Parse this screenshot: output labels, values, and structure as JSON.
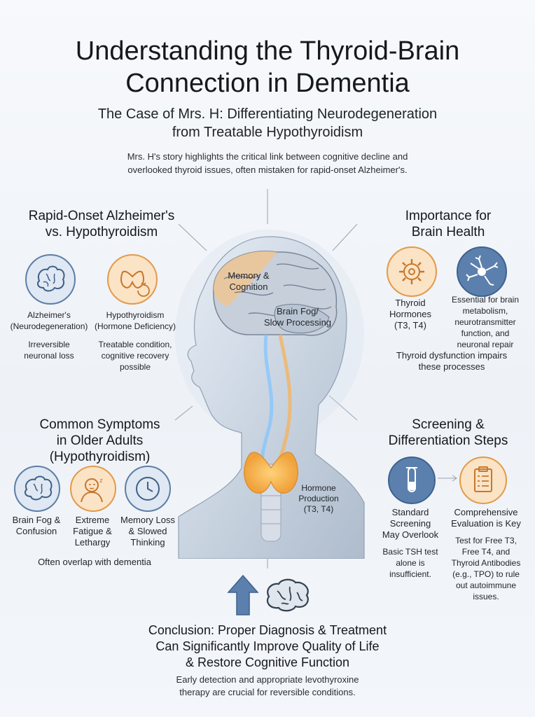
{
  "title_line1": "Understanding the Thyroid-Brain",
  "title_line2": "Connection in Dementia",
  "subtitle_line1": "The Case of Mrs. H: Differentiating Neurodegeneration",
  "subtitle_line2": "from Treatable Hypothyroidism",
  "intro_line1": "Mrs. H's story highlights the critical link between cognitive decline and",
  "intro_line2": "overlooked thyroid issues, often mistaken for rapid-onset Alzheimer's.",
  "left_top": {
    "heading_line1": "Rapid-Onset Alzheimer's",
    "heading_line2": "vs. Hypothyroidism",
    "alz_title": "Alzheimer's",
    "alz_sub": "(Neurodegeneration)",
    "alz_desc_line1": "Irreversible",
    "alz_desc_line2": "neuronal loss",
    "hypo_title": "Hypothyroidism",
    "hypo_sub": "(Hormone Deficiency)",
    "hypo_desc_line1": "Treatable condition,",
    "hypo_desc_line2": "cognitive recovery",
    "hypo_desc_line3": "possible"
  },
  "right_top": {
    "heading_line1": "Importance for",
    "heading_line2": "Brain Health",
    "hormones_line1": "Thyroid",
    "hormones_line2": "Hormones",
    "hormones_line3": "(T3, T4)",
    "essential_line1": "Essential for brain",
    "essential_line2": "metabolism,",
    "essential_line3": "neurotransmitter",
    "essential_line4": "function, and",
    "essential_line5": "neuronal repair",
    "dysfunction_line1": "Thyroid dysfunction impairs",
    "dysfunction_line2": "these processes"
  },
  "center": {
    "memory_line1": "Memory &",
    "memory_line2": "Cognition",
    "fog_line1": "Brain Fog/",
    "fog_line2": "Slow Processing",
    "hormone_line1": "Hormone",
    "hormone_line2": "Production",
    "hormone_line3": "(T3, T4)"
  },
  "left_bottom": {
    "heading_line1": "Common Symptoms",
    "heading_line2": "in Older Adults",
    "heading_line3": "(Hypothyroidism)",
    "s1_line1": "Brain Fog &",
    "s1_line2": "Confusion",
    "s2_line1": "Extreme",
    "s2_line2": "Fatigue &",
    "s2_line3": "Lethargy",
    "s3_line1": "Memory Loss",
    "s3_line2": "& Slowed",
    "s3_line3": "Thinking",
    "overlap": "Often overlap with dementia"
  },
  "right_bottom": {
    "heading_line1": "Screening &",
    "heading_line2": "Differentiation Steps",
    "std_line1": "Standard",
    "std_line2": "Screening",
    "std_line3": "May Overlook",
    "tsh_line1": "Basic TSH test",
    "tsh_line2": "alone is",
    "tsh_line3": "insufficient.",
    "comp_line1": "Comprehensive",
    "comp_line2": "Evaluation is Key",
    "test_line1": "Test for Free T3,",
    "test_line2": "Free T4, and",
    "test_line3": "Thyroid Antibodies",
    "test_line4": "(e.g., TPO) to rule",
    "test_line5": "out autoimmune",
    "test_line6": "issues."
  },
  "conclusion": {
    "line1": "Conclusion: Proper Diagnosis & Treatment",
    "line2": "Can Significantly Improve Quality of Life",
    "line3": "& Restore Cognitive Function",
    "sub_line1": "Early detection and appropriate levothyroxine",
    "sub_line2": "therapy are crucial for reversible conditions."
  },
  "colors": {
    "blue": "#5d7ea5",
    "orange": "#e39a49",
    "dark_blue": "#5c80ad"
  }
}
